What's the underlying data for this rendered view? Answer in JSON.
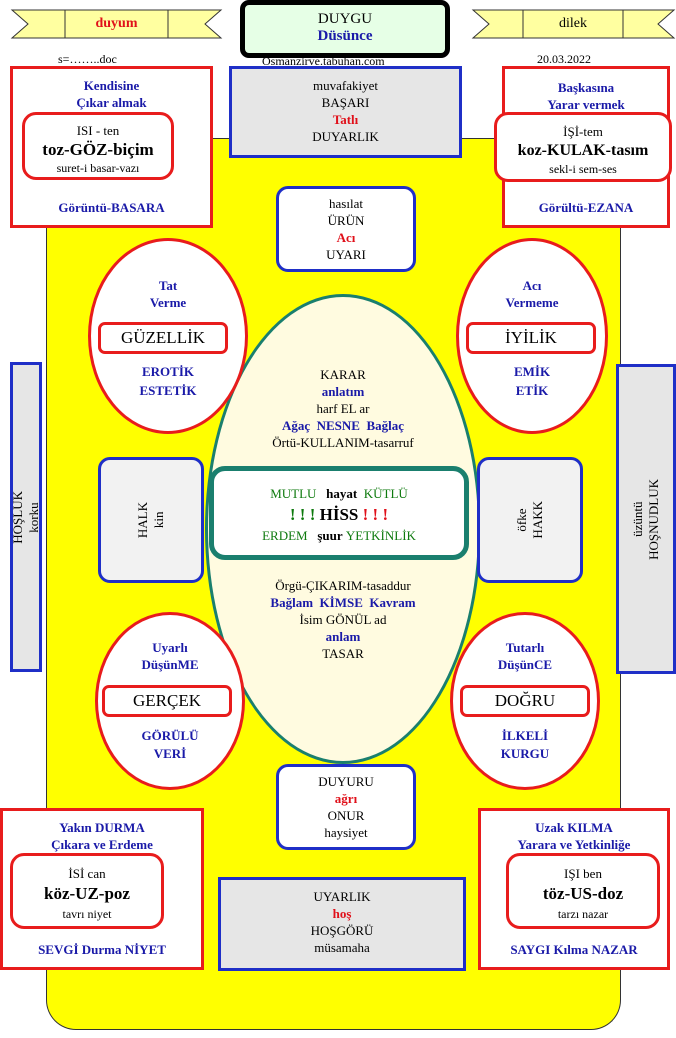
{
  "header": {
    "left_banner": "duyum",
    "right_banner": "dilek",
    "title_line1": "DUYGU",
    "title_line2": "Düsünce",
    "file_label": "s=……..doc",
    "url": "Osmanzirve.tabuhan.com",
    "date": "20.03.2022"
  },
  "top_center": {
    "l1": "muvafakiyet",
    "l2": "BAŞARI",
    "l3": "Tatlı",
    "l4": "DUYARLIK"
  },
  "second_center": {
    "l1": "hasılat",
    "l2": "ÜRÜN",
    "l3": "Acı",
    "l4": "UYARI"
  },
  "tl_box": {
    "t1": "Kendisine",
    "t2": "Çıkar almak",
    "i1": "ISI - ten",
    "i2": "toz-GÖZ-biçim",
    "i3": "suret-i basar-vazı",
    "bottom": "Görüntü-BASARA"
  },
  "tr_box": {
    "t1": "Başkasına",
    "t2": "Yarar vermek",
    "i1": "İŞİ-tem",
    "i2": "koz-KULAK-tasım",
    "i3": "sekl-i sem-ses",
    "bottom": "Görültü-EZANA"
  },
  "ell_tl": {
    "t1": "Tat",
    "t2": "Verme",
    "box": "GÜZELLİK",
    "b1": "EROTİK",
    "b2": "ESTETİK"
  },
  "ell_tr": {
    "t1": "Acı",
    "t2": "Vermeme",
    "box": "İYİLİK",
    "b1": "EMİK",
    "b2": "ETİK"
  },
  "ell_bl": {
    "t1": "Uyarlı",
    "t2": "DüşünME",
    "box": "GERÇEK",
    "b1": "GÖRÜLÜ",
    "b2": "VERİ"
  },
  "ell_br": {
    "t1": "Tutarlı",
    "t2": "DüşünCE",
    "box": "DOĞRU",
    "b1": "İLKELİ",
    "b2": "KURGU"
  },
  "center": {
    "top1": "KARAR",
    "top2": "anlatım",
    "top3": "harf EL ar",
    "top4a": "Ağaç",
    "top4b": "NESNE",
    "top4c": "Bağlaç",
    "top5": "Örtü-KULLANIM-tasarruf",
    "r1a": "MUTLU",
    "r1b": "hayat",
    "r1c": "KÜTLÜ",
    "r2a": "! ! !",
    "r2b": "HİSS",
    "r2c": "! ! !",
    "r3a": "ERDEM",
    "r3b": "şuur",
    "r3c": "YETKİNLİK",
    "bot1": "Örgü-ÇIKARIM-tasaddur",
    "bot2a": "Bağlam",
    "bot2b": "KİMSE",
    "bot2c": "Kavram",
    "bot3": "İsim GÖNÜL ad",
    "bot4": "anlam",
    "bot5": "TASAR"
  },
  "side_left": {
    "l1": "HALK",
    "l2": "kin"
  },
  "side_right": {
    "l1": "öfke",
    "l2": "HAKK"
  },
  "edge_left": {
    "l1": "HOŞLUK",
    "l2": "korku"
  },
  "edge_right": {
    "l1": "üzüntü",
    "l2": "HOŞNUDLUK"
  },
  "low_center": {
    "l1": "DUYURU",
    "l2": "ağrı",
    "l3": "ONUR",
    "l4": "haysiyet"
  },
  "bottom_center": {
    "l1": "UYARLIK",
    "l2": "hoş",
    "l3": "HOŞGÖRÜ",
    "l4": "müsamaha"
  },
  "bl_box": {
    "t1": "Yakın DURMA",
    "t2": "Çıkara ve Erdeme",
    "i1": "İSİ can",
    "i2": "köz-UZ-poz",
    "i3": "tavrı niyet",
    "bottom": "SEVGİ Durma NİYET"
  },
  "br_box": {
    "t1": "Uzak KILMA",
    "t2": "Yarara ve Yetkinliğe",
    "i1": "IŞI ben",
    "i2": "töz-US-doz",
    "i3": "tarzı nazar",
    "bottom": "SAYGI Kılma NAZAR"
  },
  "colors": {
    "yellow": "#ffff00",
    "red": "#e81c1c",
    "blue": "#1f2fc7",
    "teal": "#1a7f6e",
    "green": "#0e7a0e"
  }
}
